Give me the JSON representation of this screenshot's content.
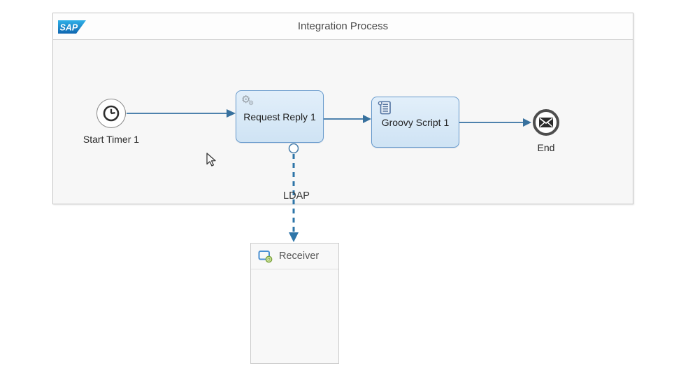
{
  "header": {
    "title": "Integration Process",
    "logo_text": "SAP"
  },
  "diagram": {
    "start_event": {
      "label": "Start Timer 1",
      "icon": "clock-icon"
    },
    "request_reply": {
      "label": "Request Reply 1",
      "icon": "gear-icon"
    },
    "groovy_script": {
      "label": "Groovy Script 1",
      "icon": "script-scroll-icon"
    },
    "end_event": {
      "label": "End",
      "icon": "envelope-icon"
    },
    "receiver": {
      "label": "Receiver",
      "icon": "system-participant-icon"
    },
    "connection_label": "LDAP"
  },
  "icons": {
    "gear_glyph": "⚙",
    "cursor": "arrow-pointer-icon"
  },
  "colors": {
    "connector_blue": "#4e82ad",
    "dashed_connector_blue": "#2e75a8",
    "task_fill_top": "#e2effa",
    "task_fill_bottom": "#cfe3f4",
    "task_border": "#6699cc",
    "canvas_background": "#f7f7f7",
    "end_event_ring": "#4d4d4d",
    "sap_logo_blue": "#1168b2",
    "receiver_icon_blue": "#4a90d2",
    "receiver_icon_green": "#a8c96e"
  }
}
